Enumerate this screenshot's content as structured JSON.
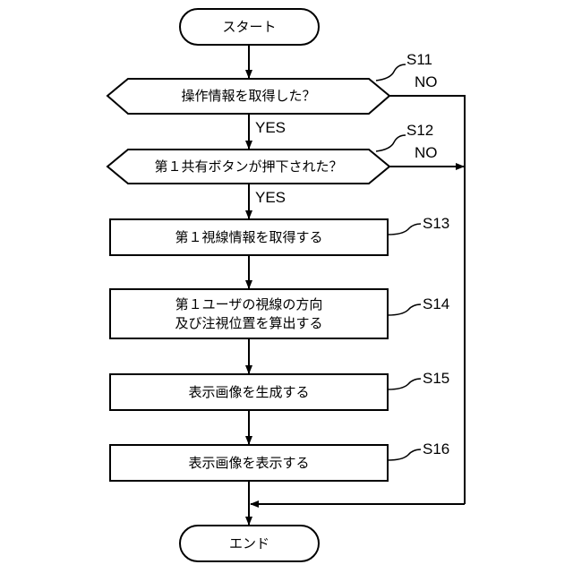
{
  "start": "スタート",
  "end": "エンド",
  "steps": {
    "s11": {
      "id": "S11",
      "text": "操作情報を取得した？",
      "no": "NO",
      "yes": "YES"
    },
    "s12": {
      "id": "S12",
      "text": "第１共有ボタンが押下された？",
      "no": "NO",
      "yes": "YES"
    },
    "s13": {
      "id": "S13",
      "text": "第１視線情報を取得する"
    },
    "s14": {
      "id": "S14",
      "line1": "第１ユーザの視線の方向",
      "line2": "及び注視位置を算出する"
    },
    "s15": {
      "id": "S15",
      "text": "表示画像を生成する"
    },
    "s16": {
      "id": "S16",
      "text": "表示画像を表示する"
    }
  }
}
